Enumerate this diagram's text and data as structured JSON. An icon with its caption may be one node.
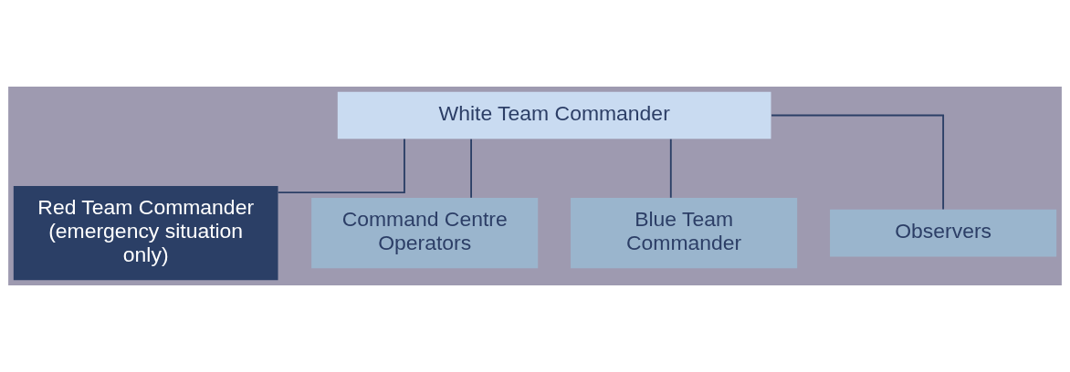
{
  "diagram": {
    "nodes": [
      {
        "text": [
          "White Team Commander"
        ]
      },
      {
        "text": [
          "Red Team Commander (emergency situation only)"
        ]
      },
      {
        "text": [
          "Command Centre Operators"
        ]
      },
      {
        "text": [
          "Blue Team Commander"
        ]
      },
      {
        "text": [
          "Observers"
        ]
      }
    ],
    "edges": [
      {
        "from": 0,
        "to": 1,
        "arrow": "none"
      },
      {
        "from": 0,
        "to": 2,
        "arrow": "none"
      },
      {
        "from": 0,
        "to": 3,
        "arrow": "none"
      },
      {
        "from": 0,
        "to": 4,
        "arrow": "none"
      }
    ]
  }
}
